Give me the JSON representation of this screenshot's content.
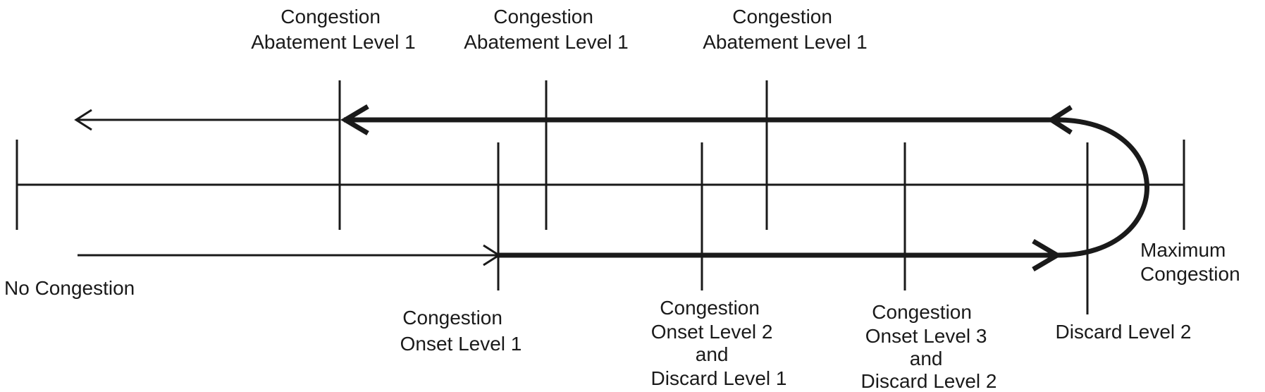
{
  "labels": {
    "abatement_1": [
      "Congestion",
      "Abatement Level 1"
    ],
    "abatement_2": [
      "Congestion",
      "Abatement Level 1"
    ],
    "abatement_3": [
      "Congestion",
      "Abatement Level 1"
    ],
    "no_congestion": "No Congestion",
    "onset_1": [
      "Congestion",
      "Onset Level 1"
    ],
    "onset_2": [
      "Congestion",
      "Onset Level 2",
      "and",
      "Discard Level 1"
    ],
    "onset_3": [
      "Congestion",
      "Onset Level 3",
      "and",
      "Discard Level 2"
    ],
    "discard_2": "Discard Level 2",
    "max_congestion": [
      "Maximum",
      "Congestion"
    ]
  }
}
